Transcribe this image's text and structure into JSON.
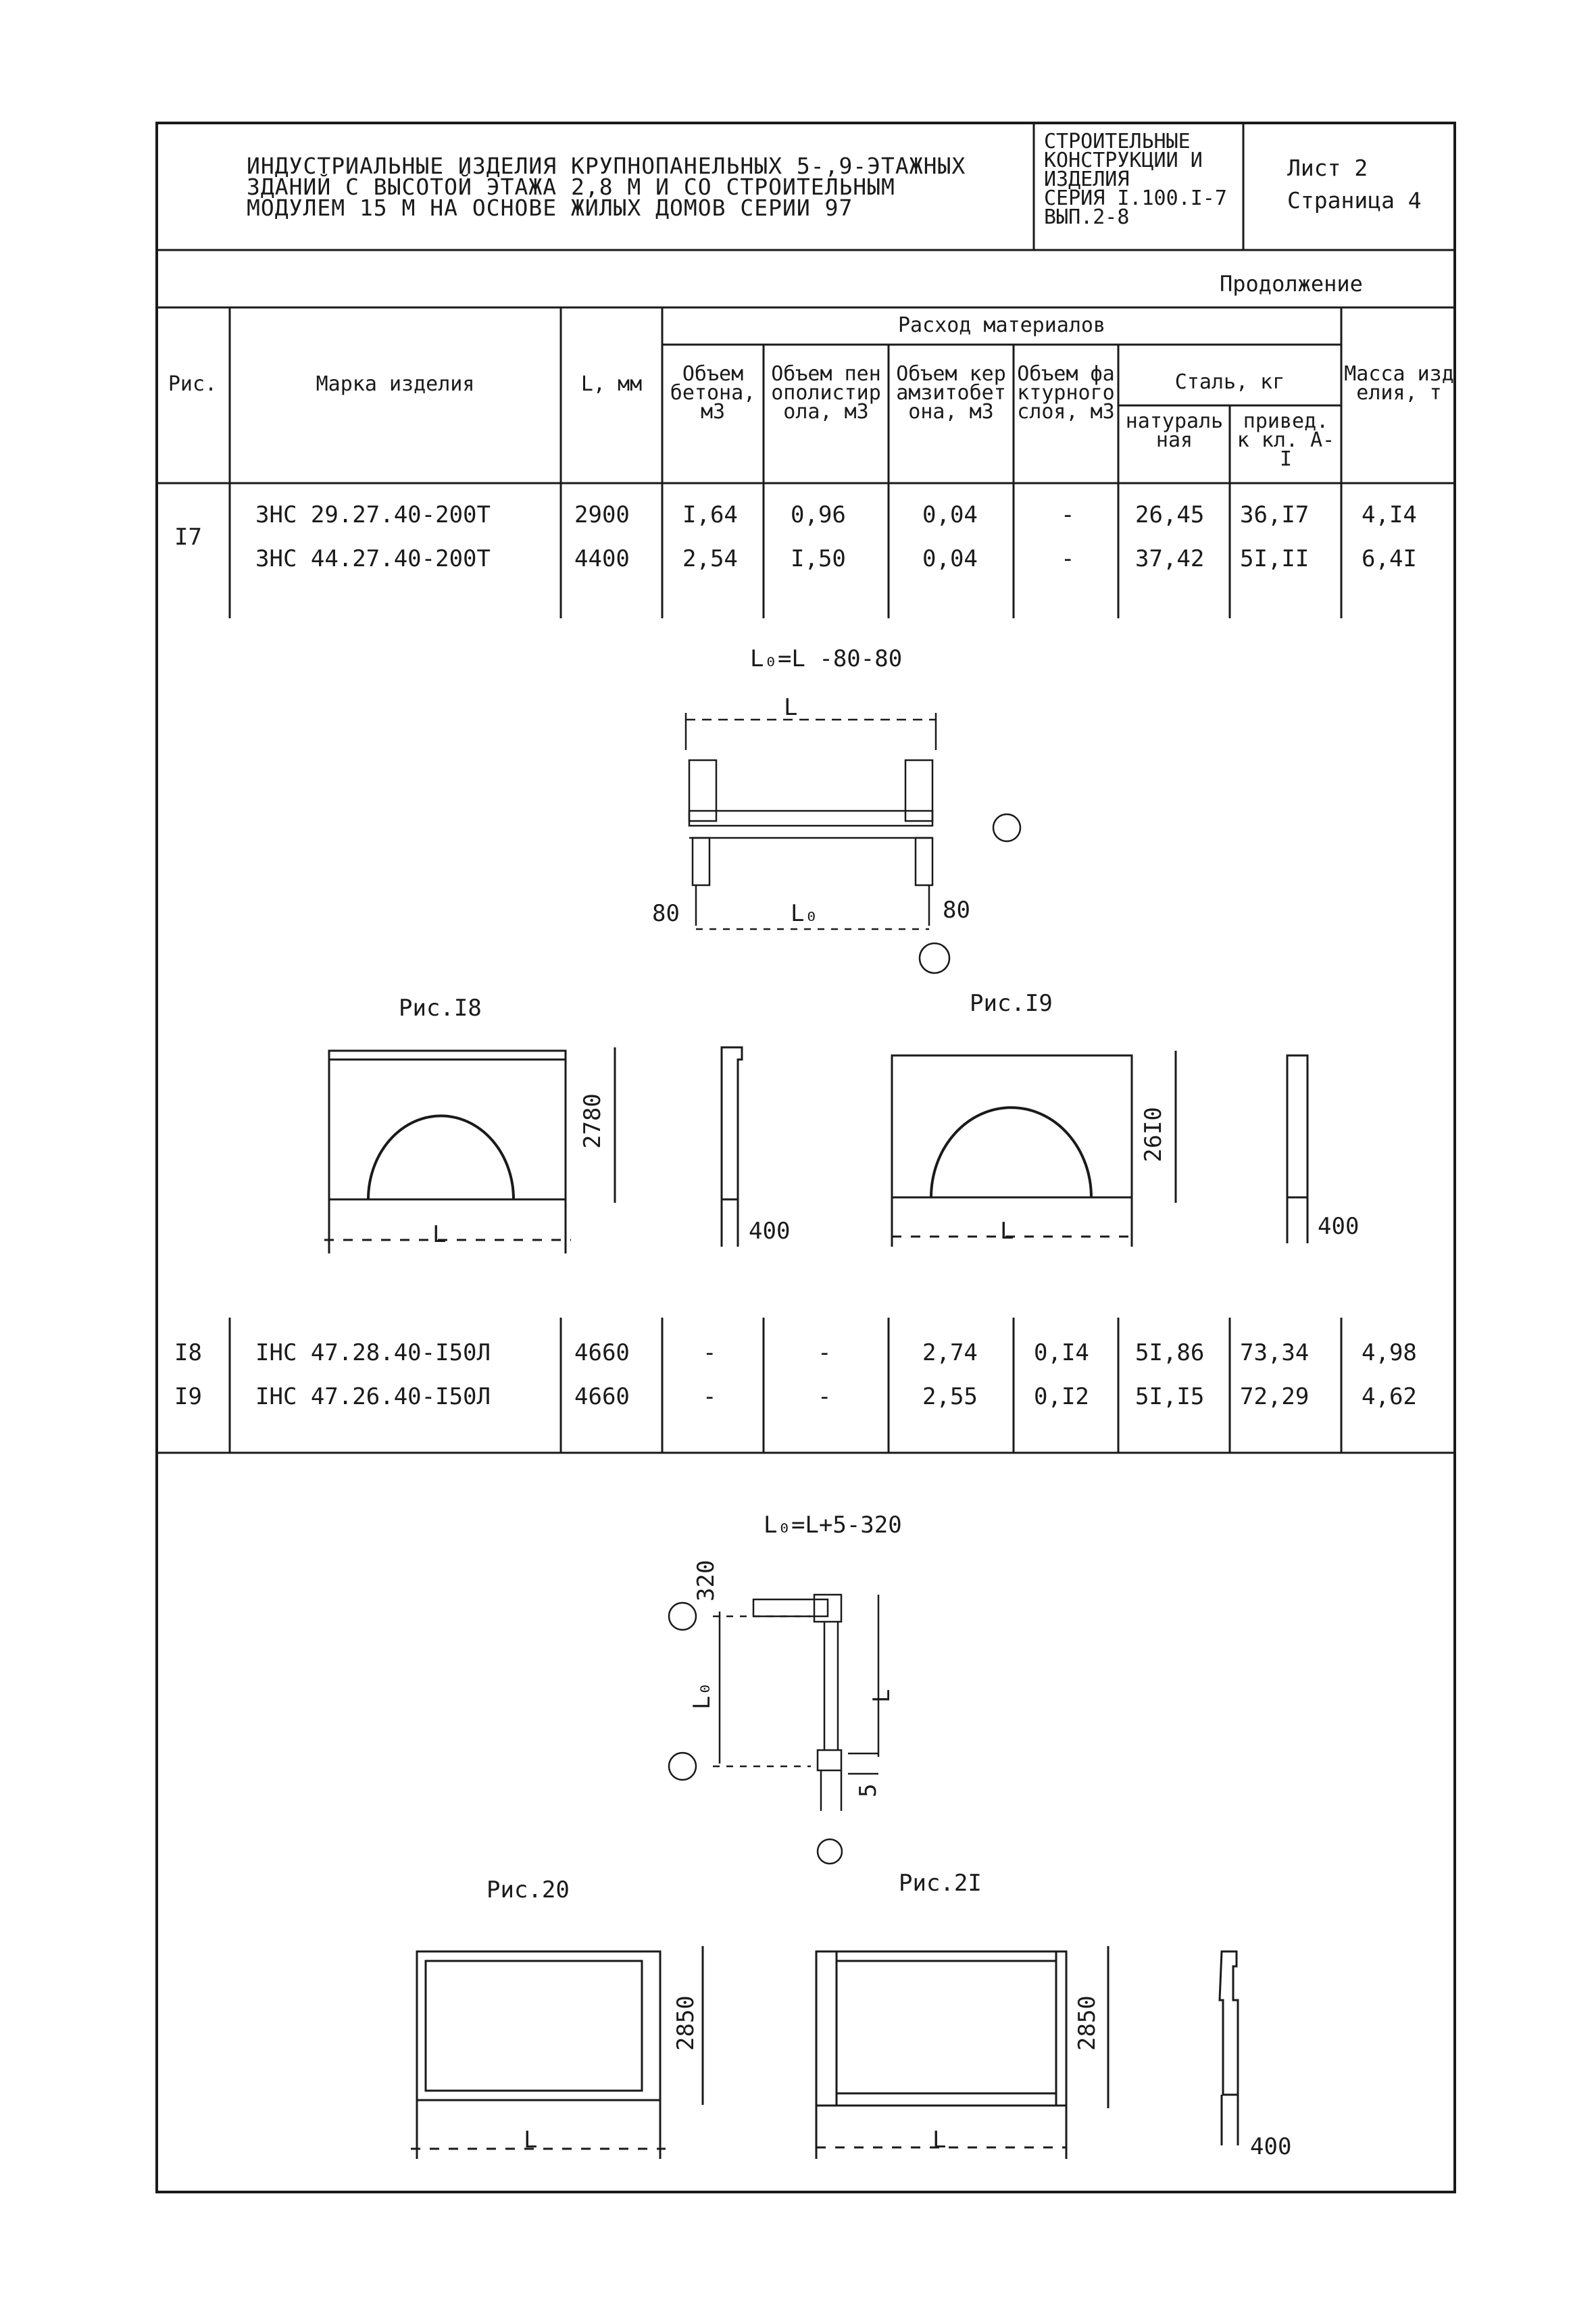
{
  "header": {
    "title_lines": [
      "ИНДУСТРИАЛЬНЫЕ ИЗДЕЛИЯ КРУПНОПАНЕЛЬНЫХ 5-,9-ЭТАЖНЫХ",
      "ЗДАНИЙ С ВЫСОТОЙ ЭТАЖА 2,8 М И СО СТРОИТЕЛЬНЫМ",
      "МОДУЛЕМ 15 М НА ОСНОВЕ ЖИЛЫХ ДОМОВ СЕРИИ 97"
    ],
    "series_lines": [
      "СТРОИТЕЛЬНЫЕ",
      "КОНСТРУКЦИИ И",
      "ИЗДЕЛИЯ",
      "СЕРИЯ I.100.I-7",
      "ВЫП.2-8"
    ],
    "sheet": "Лист 2",
    "page": "Страница 4"
  },
  "continuation": "Продолжение",
  "table": {
    "col_fig": "Рис.",
    "col_mark": "Марка изделия",
    "col_length": "L, мм",
    "col_materials": "Расход материалов",
    "col_concrete": "Объем бетона, м3",
    "col_foam": "Объем пенополистирола, м3",
    "col_ceramsite": "Объем керамзитобетона, м3",
    "col_facing": "Объем фактурного слоя, м3",
    "col_steel": "Сталь, кг",
    "col_steel_nat": "натуральная",
    "col_steel_red": "привед. к кл. А-I",
    "col_mass": "Масса изделия, т",
    "rows_top": {
      "fig": "I7",
      "rows": [
        [
          "ЗНС 29.27.40-200Т",
          "2900",
          "I,64",
          "0,96",
          "0,04",
          "-",
          "26,45",
          "36,I7",
          "4,I4"
        ],
        [
          "ЗНС 44.27.40-200Т",
          "4400",
          "2,54",
          "I,50",
          "0,04",
          "-",
          "37,42",
          "5I,II",
          "6,4I"
        ]
      ]
    },
    "rows_mid": [
      [
        "I8",
        "IНС 47.28.40-I50Л",
        "4660",
        "-",
        "-",
        "2,74",
        "0,I4",
        "5I,86",
        "73,34",
        "4,98"
      ],
      [
        "I9",
        "IНС 47.26.40-I50Л",
        "4660",
        "-",
        "-",
        "2,55",
        "0,I2",
        "5I,I5",
        "72,29",
        "4,62"
      ]
    ]
  },
  "drawings": {
    "formula1": "L₀=L -80-80",
    "dim80_left": "80",
    "dim80_right": "80",
    "L": "L",
    "L0": "L₀",
    "fig18": "Рис.I8",
    "fig19": "Рис.I9",
    "h2780": "2780",
    "h2610": "26I0",
    "w400a": "400",
    "w400b": "400",
    "formula2": "L₀=L+5-320",
    "dim320": "320",
    "dim5": "5",
    "fig20": "Рис.20",
    "fig21": "Рис.2I",
    "h2850a": "2850",
    "h2850b": "2850",
    "w400c": "400"
  }
}
